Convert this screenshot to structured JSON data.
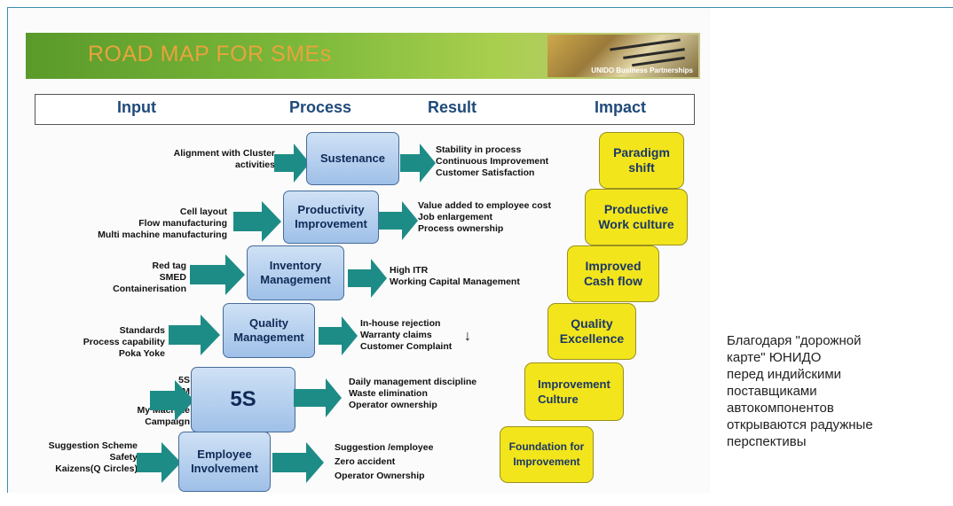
{
  "slide": {
    "title": "ROAD MAP FOR SMEs",
    "logo_text": "UNIDO Business Partnerships",
    "headers": {
      "input": "Input",
      "process": "Process",
      "result": "Result",
      "impact": "Impact"
    },
    "rows": [
      {
        "inputs": [
          "Alignment  with Cluster",
          "activities"
        ],
        "process": "Sustenance",
        "results": [
          "Stability in process",
          "Continuous Improvement",
          "Customer Satisfaction"
        ],
        "impact": [
          "Paradigm",
          "shift"
        ]
      },
      {
        "inputs": [
          "Cell layout",
          "Flow manufacturing",
          "Multi machine manufacturing"
        ],
        "process": [
          "Productivity",
          "Improvement"
        ],
        "results": [
          "Value added to employee cost",
          "Job enlargement",
          "Process ownership"
        ],
        "impact": [
          "Productive",
          "Work culture"
        ]
      },
      {
        "inputs": [
          "Red tag",
          "SMED",
          "Containerisation"
        ],
        "process": [
          "Inventory",
          "Management"
        ],
        "results": [
          "High  ITR",
          "Working Capital Management"
        ],
        "impact": [
          "Improved",
          "Cash flow"
        ]
      },
      {
        "inputs": [
          "Standards",
          "Process capability",
          "Poka Yoke"
        ],
        "process": [
          "Quality",
          "Management"
        ],
        "results": [
          "In-house rejection",
          "Warranty claims",
          "Customer Complaint"
        ],
        "impact": [
          "Quality",
          "Excellence"
        ]
      },
      {
        "inputs": [
          "5S",
          "3M",
          "My Machine",
          "Campaign"
        ],
        "process": "5S",
        "results": [
          "Daily management discipline",
          "Waste elimination",
          "Operator ownership"
        ],
        "impact": [
          "Improvement",
          "Culture"
        ]
      },
      {
        "inputs": [
          "Suggestion Scheme",
          "Safety",
          "Kaizens(Q Circles)"
        ],
        "process": [
          "Employee",
          "Involvement"
        ],
        "results": [
          "Suggestion /employee",
          "Zero accident",
          "Operator Ownership"
        ],
        "impact": [
          "Foundation for",
          "Improvement"
        ]
      }
    ],
    "down_arrow": "↓"
  },
  "caption": [
    "Благодаря \"дорожной",
    "карте\" ЮНИДО",
    "перед индийскими",
    "поставщиками",
    "автокомпонентов",
    "открываются радужные",
    "перспективы"
  ],
  "colors": {
    "title_band": "#7bb83a",
    "title_text": "#e8a33c",
    "process_box": "#9fc0e8",
    "impact_box": "#f2e51c",
    "arrow": "#1e8c86",
    "header_text": "#1f4a7a",
    "frame": "#3a8fb0"
  }
}
